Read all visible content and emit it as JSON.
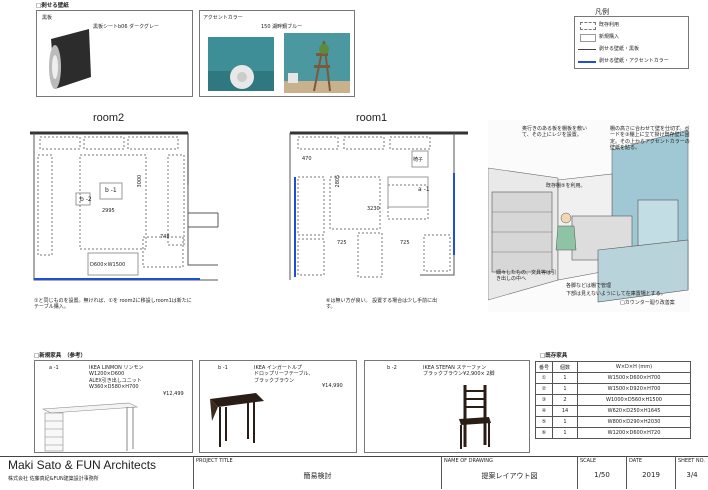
{
  "wallpaper": {
    "section_title": "□剥せる壁紙",
    "base_label": "黒板",
    "base_name": "黒板シートb06 ダークグレー",
    "accent_label": "アクセントカラー",
    "accent_name": "150 湖畔鋼ブルー"
  },
  "legend": {
    "title": "凡例",
    "items": [
      "既存利用",
      "新規購入",
      "剥せる壁紙・黒板",
      "剥せる壁紙・アクセントカラー"
    ]
  },
  "rooms": {
    "room2": {
      "title": "room2",
      "dims": [
        "2995",
        "3000",
        "748"
      ],
      "labels": [
        "b -1",
        "b -2",
        "D600×W1500"
      ],
      "note": "①と同じものを設置。無ければ、①を room2に移設しroom1は新たにテーブル購入。"
    },
    "room1": {
      "title": "room1",
      "dims": [
        "470",
        "3230",
        "2805",
        "725",
        "725"
      ],
      "labels": [
        "椅子",
        "a -1"
      ],
      "note": "⑥は無い方が良い。 設置する場合は少し手前に出す。"
    }
  },
  "perspective": {
    "notes": [
      "奥行きのある板を棚板を敷いて、その上にレジを設置。",
      "棚の高さに合わせて壁を仕切ず。ボードを③棚上に立て掛け既存壁に固定。その上からアクセントカラーの壁紙を貼る。",
      "既存棚⑤を利用。",
      "細々したもの、文具等は引き出しの中へ",
      "各脚などは棚で管理",
      "下部は見えないようにして在庫置場とする。",
      "□カウンター廻り改善案"
    ]
  },
  "new_furniture": {
    "section_title": "□新規家具　（参考）",
    "items": [
      {
        "code": "a -1",
        "name": "IKEA LINMON リンモン\nW1200×D600\nALEX引き出しユニット\nW360×D580×H700",
        "price": "¥12,499"
      },
      {
        "code": "b -1",
        "name": "IKEA インガートルプ\nドロップリーフテーブル、\nブラックブラウン",
        "price": "¥14,990"
      },
      {
        "code": "b -2",
        "name": "IKEA STEFAN ステーファン\nブラックブラウン¥2,900× 2脚",
        "price": ""
      }
    ]
  },
  "existing_furniture": {
    "section_title": "□既存家具",
    "headers": [
      "番号",
      "個数",
      "W×D×H (mm)"
    ],
    "rows": [
      [
        "①",
        "1",
        "W1500×D600×H700"
      ],
      [
        "②",
        "1",
        "W1500×D920×H700"
      ],
      [
        "③",
        "2",
        "W1000×D560×H1500"
      ],
      [
        "④",
        "14",
        "W620×D250×H1645"
      ],
      [
        "⑤",
        "1",
        "W800×D290×H2030"
      ],
      [
        "⑥",
        "1",
        "W1200×D600×H720"
      ]
    ]
  },
  "title_block": {
    "firm_en": "Maki Sato & FUN Architects",
    "firm_jp": "株式会社 佐藤真紀&FUN建築設計事務所",
    "project_label": "PROJECT TITLE",
    "project": "簡易検討",
    "drawing_label": "NAME OF DRAWING",
    "drawing": "提案レイアウト図",
    "scale_label": "SCALE",
    "scale": "1/50",
    "date_label": "DATE",
    "date": "2019",
    "sheet_label": "SHEET NO.",
    "sheet": "3/4"
  }
}
